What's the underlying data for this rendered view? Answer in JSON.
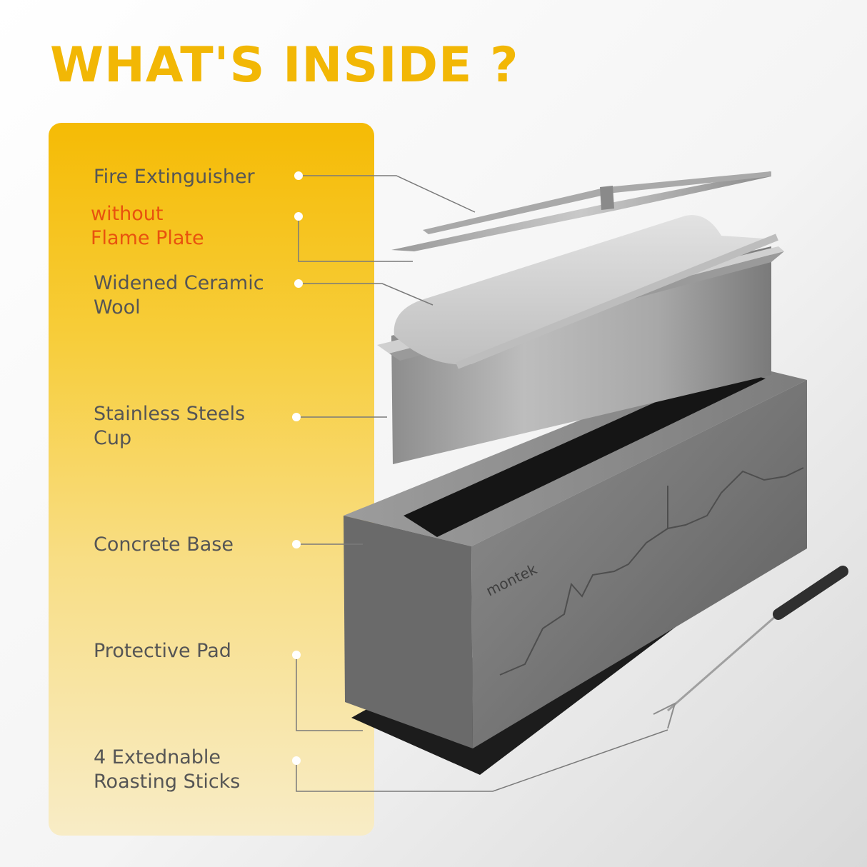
{
  "header": {
    "title": "WHAT'S INSIDE ?"
  },
  "components": [
    {
      "label": "Fire Extinguisher"
    },
    {
      "label": "without\nFlame Plate"
    },
    {
      "label": "Widened Ceramic\nWool"
    },
    {
      "label": "Stainless Steels\nCup"
    },
    {
      "label": "Concrete Base"
    },
    {
      "label": "Protective Pad"
    },
    {
      "label": "4 Extednable\nRoasting Sticks"
    }
  ],
  "product": {
    "brand": "montek"
  },
  "colors": {
    "title": "#f2b705",
    "panel_top": "#f5bb05",
    "panel_bottom": "#f8ecc6",
    "label_text": "#555555",
    "label_accent": "#e8520e"
  }
}
